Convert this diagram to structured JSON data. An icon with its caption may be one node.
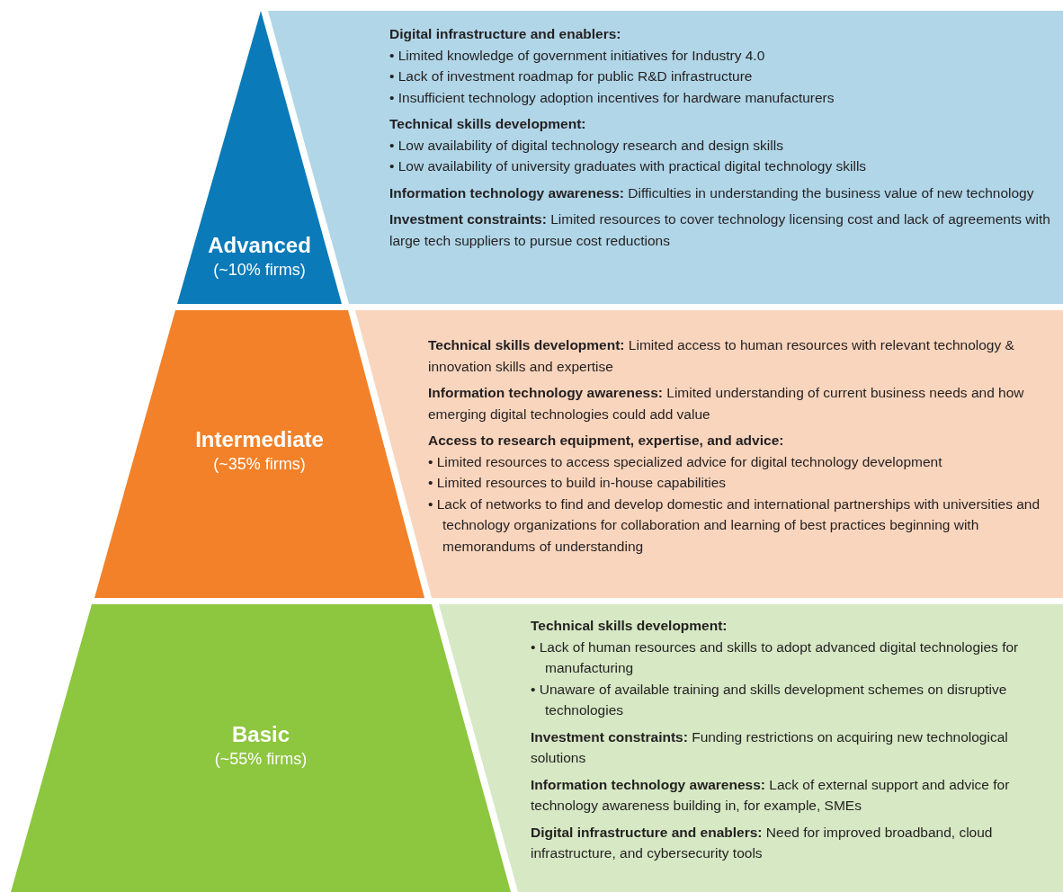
{
  "diagram": {
    "nodes": [
      {
        "text": [
          "Advanced",
          "(~10% firms)"
        ]
      },
      {
        "text": [
          "Digital infrastructure and enablers:",
          "• Limited knowledge of government initiatives for Industry 4.0",
          "• Lack of investment roadmap for public R&D infrastructure",
          "• Insufficient technology adoption incentives for hardware manufacturers",
          "Technical skills development:",
          "• Low availability of digital technology research and design skills",
          "• Low availability of university graduates with practical digital technology skills",
          "**Information technology awareness:** Difficulties in understanding the business value of new technology",
          "**Investment constraints:** Limited resources to cover technology licensing cost and lack of agreements with large tech suppliers to pursue cost reductions"
        ]
      },
      {
        "text": [
          "Intermediate",
          "(~35% firms)"
        ]
      },
      {
        "text": [
          "**Technical skills development:** Limited access to human resources with relevant technology & innovation skills and expertise",
          "**Information technology awareness:** Limited understanding of current business needs and how emerging digital technologies could add value",
          "Access to research equipment, expertise, and advice:",
          "• Limited resources to access specialized advice for digital technology development",
          "• Limited resources to build in-house capabilities",
          "• Lack of networks to find and develop domestic and international partnerships with universities and technology organizations for collaboration and learning of best practices beginning with memorandums of understanding"
        ]
      },
      {
        "text": [
          "Basic",
          "(~55% firms)"
        ]
      },
      {
        "text": [
          "Technical skills development:",
          "• Lack of human resources and skills to adopt advanced digital technologies for manufacturing",
          "• Unaware of available training and skills development schemes on disruptive technologies",
          "**Investment constraints:** Funding restrictions on acquiring new technological solutions",
          "**Information technology awareness:** Lack of external support and advice for technology awareness building in, for example, SMEs",
          "**Digital infrastructure and enablers:** Need for improved broadband, cloud infrastructure, and cybersecurity tools"
        ]
      }
    ]
  }
}
